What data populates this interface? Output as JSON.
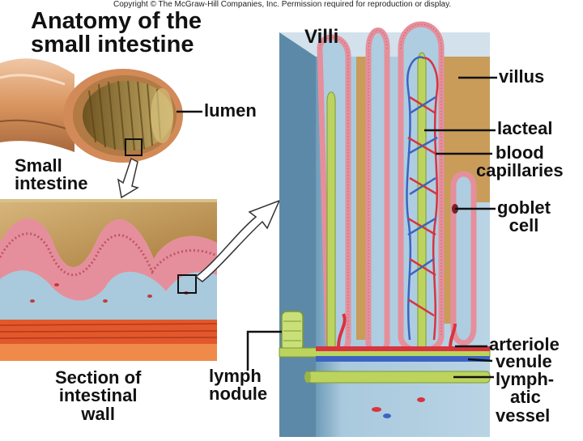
{
  "copyright": "Copyright © The McGraw-Hill Companies, Inc. Permission required for reproduction or display.",
  "title": {
    "line1": "Anatomy of the",
    "line2": "small intestine"
  },
  "labels": {
    "villi": "Villi",
    "villus": "villus",
    "lumen": "lumen",
    "small_intestine": {
      "line1": "Small",
      "line2": "intestine"
    },
    "lacteal": "lacteal",
    "blood_capillaries": {
      "line1": "blood",
      "line2": "capillaries"
    },
    "goblet_cell": {
      "line1": "goblet",
      "line2": "cell"
    },
    "section": {
      "line1": "Section of",
      "line2": "intestinal",
      "line3": "wall"
    },
    "lymph_nodule": {
      "line1": "lymph",
      "line2": "nodule"
    },
    "arteriole": "arteriole",
    "venule": "venule",
    "lymphatic_vessel": {
      "line1": "lymph-",
      "line2": "atic",
      "line3": "vessel"
    }
  },
  "colors": {
    "mucosa_pink": "#e58f9c",
    "tissue_blue": "#a9c9dd",
    "lumen_tan": "#b48b4a",
    "lacteal_green": "#bcd45e",
    "artery_red": "#d8343f",
    "vein_blue": "#3d63c2",
    "muscle_orange": "#e2582c"
  }
}
